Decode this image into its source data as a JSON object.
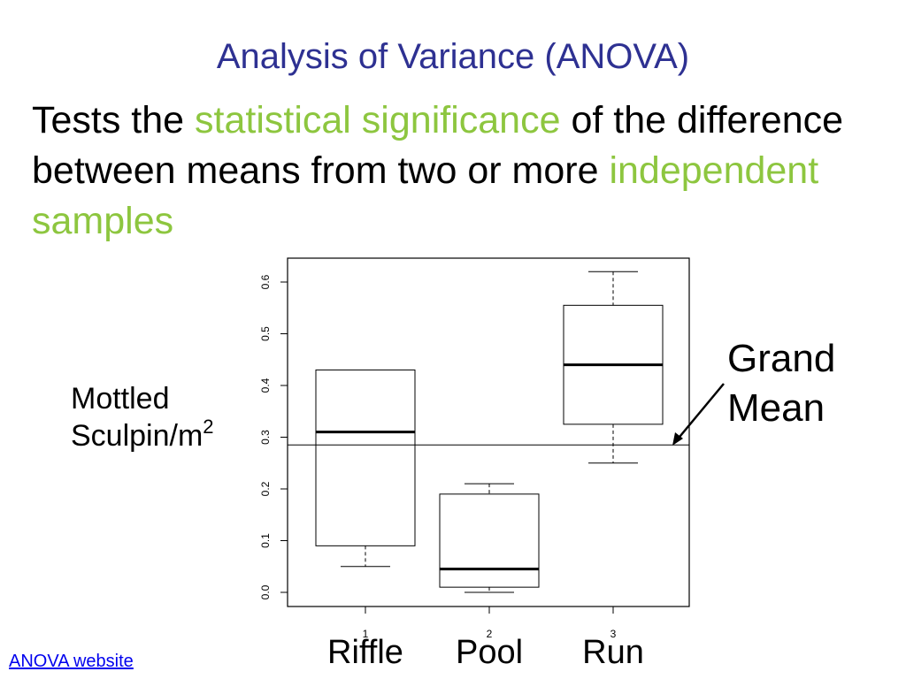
{
  "slide": {
    "title": "Analysis of Variance (ANOVA)",
    "intro": {
      "part1": "Tests the ",
      "highlight1": "statistical significance",
      "part2": " of the difference between means from two or more ",
      "highlight2": "independent samples"
    },
    "ylabel_main": "Mottled",
    "ylabel_line2": "Sculpin/m",
    "ylabel_sup": "2",
    "grand_mean_line1": "Grand",
    "grand_mean_line2": "Mean",
    "link_text": "ANOVA website",
    "colors": {
      "title": "#2e3192",
      "highlight": "#8dc63f",
      "link": "#0000ee"
    }
  },
  "chart_data": {
    "type": "boxplot",
    "categories": [
      "Riffle",
      "Pool",
      "Run"
    ],
    "tick_labels_x": [
      "1",
      "2",
      "3"
    ],
    "y_ticks": [
      "0.0",
      "0.1",
      "0.2",
      "0.3",
      "0.4",
      "0.5",
      "0.6"
    ],
    "y_tick_values": [
      0.0,
      0.1,
      0.2,
      0.3,
      0.4,
      0.5,
      0.6
    ],
    "ylim": [
      -0.03,
      0.65
    ],
    "boxes": [
      {
        "category": "Riffle",
        "min": 0.05,
        "q1": 0.09,
        "median": 0.31,
        "q3": 0.43,
        "max": 0.43
      },
      {
        "category": "Pool",
        "min": 0.0,
        "q1": 0.01,
        "median": 0.045,
        "q3": 0.19,
        "max": 0.21
      },
      {
        "category": "Run",
        "min": 0.25,
        "q1": 0.325,
        "median": 0.44,
        "q3": 0.555,
        "max": 0.62
      }
    ],
    "grand_mean": 0.285
  }
}
